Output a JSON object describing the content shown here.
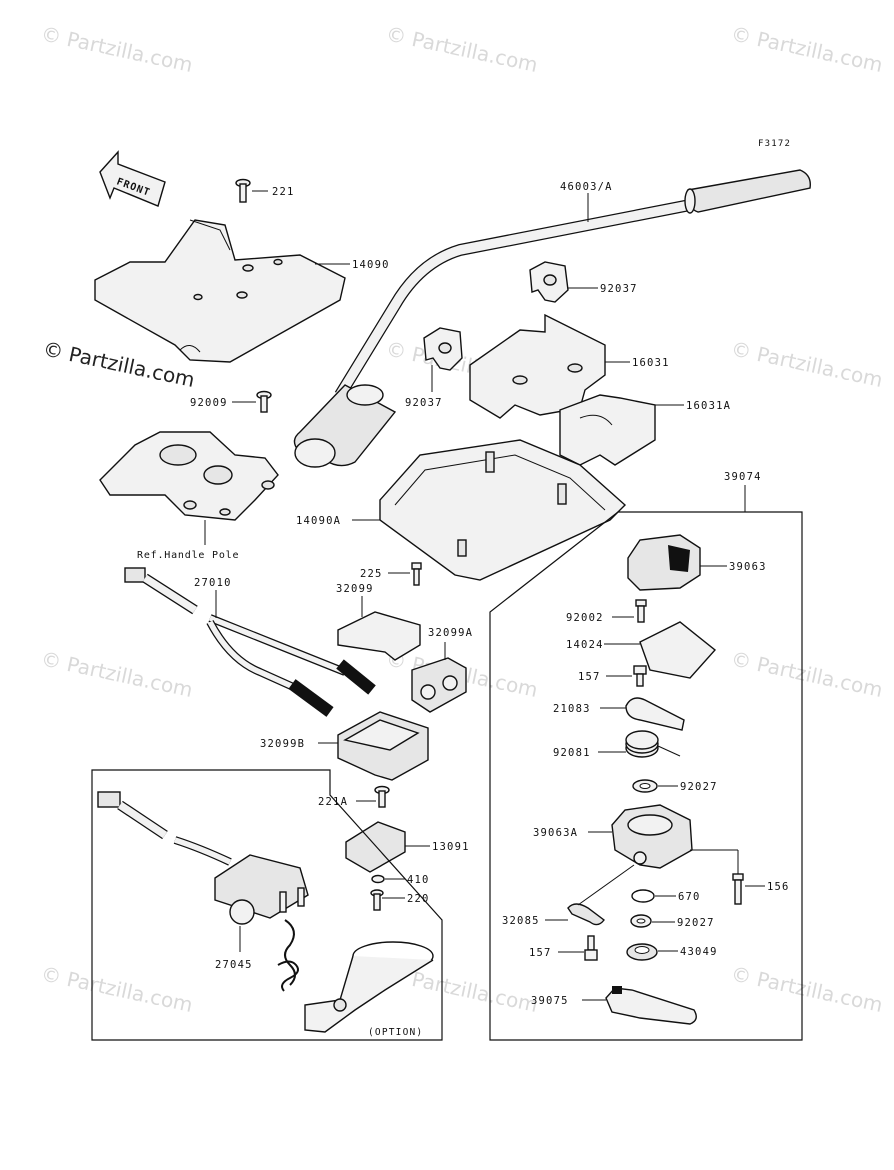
{
  "figure_code": "F3172",
  "front_label": "FRONT",
  "watermark_text": "© Partzilla.com",
  "ref_note": "Ref.Handle Pole",
  "option_label": "(OPTION)",
  "parts": {
    "p221": "221",
    "p14090": "14090",
    "p46003a": "46003/A",
    "p92037a": "92037",
    "p92037b": "92037",
    "p16031": "16031",
    "p16031a": "16031A",
    "p92009": "92009",
    "p14090a": "14090A",
    "p39074": "39074",
    "p39063": "39063",
    "p225": "225",
    "p27010": "27010",
    "p32099": "32099",
    "p32099a": "32099A",
    "p92002": "92002",
    "p14024": "14024",
    "p157a": "157",
    "p21083": "21083",
    "p32099b": "32099B",
    "p92081": "92081",
    "p92027a": "92027",
    "p221a": "221A",
    "p39063a": "39063A",
    "p13091": "13091",
    "p156": "156",
    "p410": "410",
    "p220": "220",
    "p670": "670",
    "p32085": "32085",
    "p92027b": "92027",
    "p157b": "157",
    "p43049": "43049",
    "p27045": "27045",
    "p39075": "39075"
  }
}
